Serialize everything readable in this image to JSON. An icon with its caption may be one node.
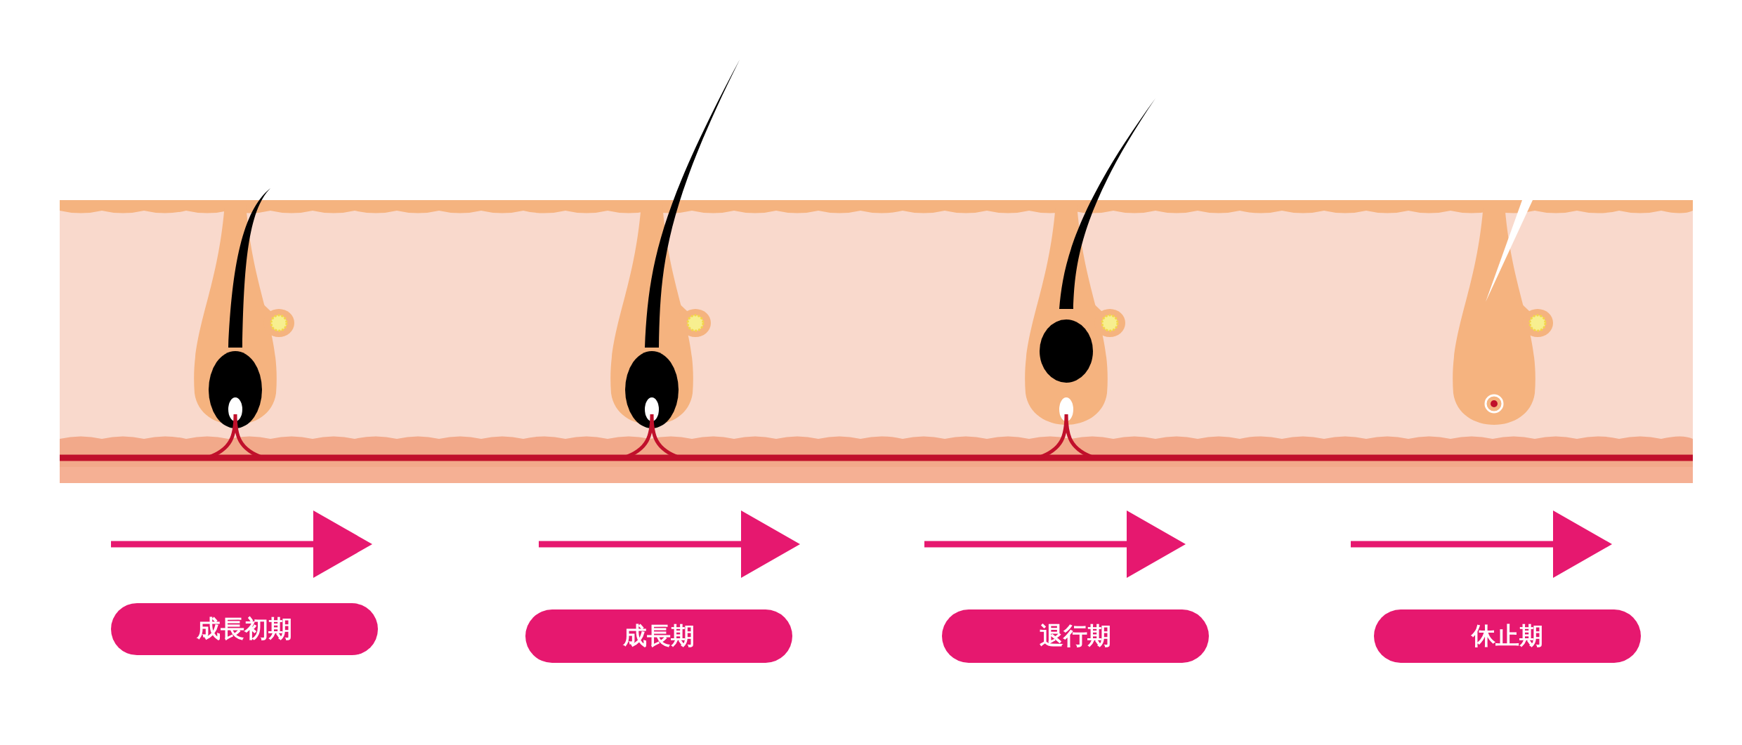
{
  "diagram": {
    "nodes": [
      {
        "text": [
          "成長初期"
        ]
      },
      {
        "text": [
          "成長期"
        ]
      },
      {
        "text": [
          "退行期"
        ]
      },
      {
        "text": [
          "休止期"
        ]
      }
    ]
  }
}
